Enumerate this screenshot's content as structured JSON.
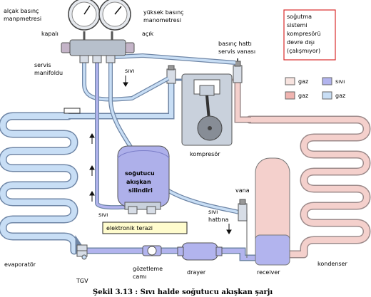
{
  "labels": {
    "low_gauge": [
      "alçak basınç",
      "manpmetresi"
    ],
    "high_gauge": [
      "yüksek basınç",
      "manometresi"
    ],
    "closed": "kapalı",
    "open": "açık",
    "service_manifold": [
      "servis",
      "manifoldu"
    ],
    "liquid_top": "sıvı",
    "pressure_line_valve": [
      "basınç hattı",
      "servis vanası"
    ],
    "compressor": "kompresör",
    "cylinder": [
      "soğutucu",
      "akışkan",
      "silindiri"
    ],
    "liquid_cylinder": "sıvı",
    "scale": "elektronik terazi",
    "valve": "vana",
    "liquid_line": [
      "sıvı",
      "hattına"
    ],
    "evaporator": "evaporatör",
    "tgv": "TGV",
    "sight_glass": [
      "gözetleme",
      "camı"
    ],
    "dryer": "drayer",
    "receiver": "receiver",
    "condenser": "kondenser"
  },
  "status_box": [
    "soğutma",
    "sistemi",
    "kompresörü",
    "devre dışı",
    "(çalışmıyor)"
  ],
  "legend": [
    {
      "label": "gaz",
      "color": "#f7e3df"
    },
    {
      "label": "sıvı",
      "color": "#b2b4ee"
    },
    {
      "label": "gaz",
      "color": "#f0b4b0"
    },
    {
      "label": "gaz",
      "color": "#c8def5"
    }
  ],
  "caption": "Şekil 3.13 : Sıvı halde soğutucu akışkan şarjı",
  "colors": {
    "low_gas": "#c8def5",
    "high_gas": "#f4d0cc",
    "liquid": "#b2b4ee",
    "outline": "#6f86a6",
    "status_border": "#d92b2b"
  }
}
